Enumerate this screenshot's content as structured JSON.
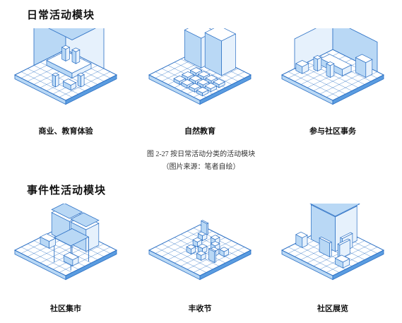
{
  "sections": [
    {
      "title": "日常活动模块",
      "modules": [
        {
          "label": "商业、教育体验",
          "scene": "stage"
        },
        {
          "label": "自然教育",
          "scene": "greenhouse"
        },
        {
          "label": "参与社区事务",
          "scene": "office"
        }
      ]
    },
    {
      "title": "事件性活动模块",
      "modules": [
        {
          "label": "社区集市",
          "scene": "market"
        },
        {
          "label": "丰收节",
          "scene": "festival"
        },
        {
          "label": "社区展览",
          "scene": "exhibit"
        }
      ]
    }
  ],
  "caption": {
    "line1": "图 2-27  按日常活动分类的活动模块",
    "line2": "（图片来源：笔者自绘）"
  },
  "colors": {
    "line": "#2a6fc4",
    "fill_light": "#e6f1fc",
    "fill_mid": "#b9d8f5",
    "fill_dark": "#5a9ce0"
  }
}
